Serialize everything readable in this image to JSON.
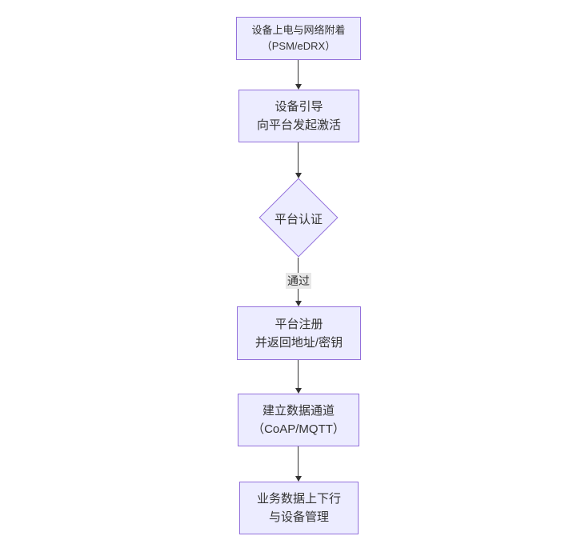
{
  "diagram": {
    "type": "flowchart",
    "direction": "top-down",
    "background_color": "#ffffff",
    "colors": {
      "node_fill": "#ECECFF",
      "node_border": "#9370DB",
      "edge_color": "#333333",
      "text_color": "#333333",
      "edge_label_bg": "#e8e8e8"
    },
    "nodes": [
      {
        "id": "power-attach",
        "shape": "rect",
        "lines": [
          "设备上电与网络附着",
          "（PSM/eDRX）"
        ]
      },
      {
        "id": "bootstrap",
        "shape": "rect",
        "lines": [
          "设备引导",
          "向平台发起激活"
        ]
      },
      {
        "id": "platform-auth",
        "shape": "diamond",
        "lines": [
          "平台认证"
        ]
      },
      {
        "id": "platform-register",
        "shape": "rect",
        "lines": [
          "平台注册",
          "并返回地址/密钥"
        ]
      },
      {
        "id": "data-channel",
        "shape": "rect",
        "lines": [
          "建立数据通道",
          "（CoAP/MQTT）"
        ]
      },
      {
        "id": "business-data",
        "shape": "rect",
        "lines": [
          "业务数据上下行",
          "与设备管理"
        ]
      }
    ],
    "edges": [
      {
        "from": "power-attach",
        "to": "bootstrap",
        "label": ""
      },
      {
        "from": "bootstrap",
        "to": "platform-auth",
        "label": ""
      },
      {
        "from": "platform-auth",
        "to": "platform-register",
        "label": "通过"
      },
      {
        "from": "platform-register",
        "to": "data-channel",
        "label": ""
      },
      {
        "from": "data-channel",
        "to": "business-data",
        "label": ""
      }
    ]
  }
}
